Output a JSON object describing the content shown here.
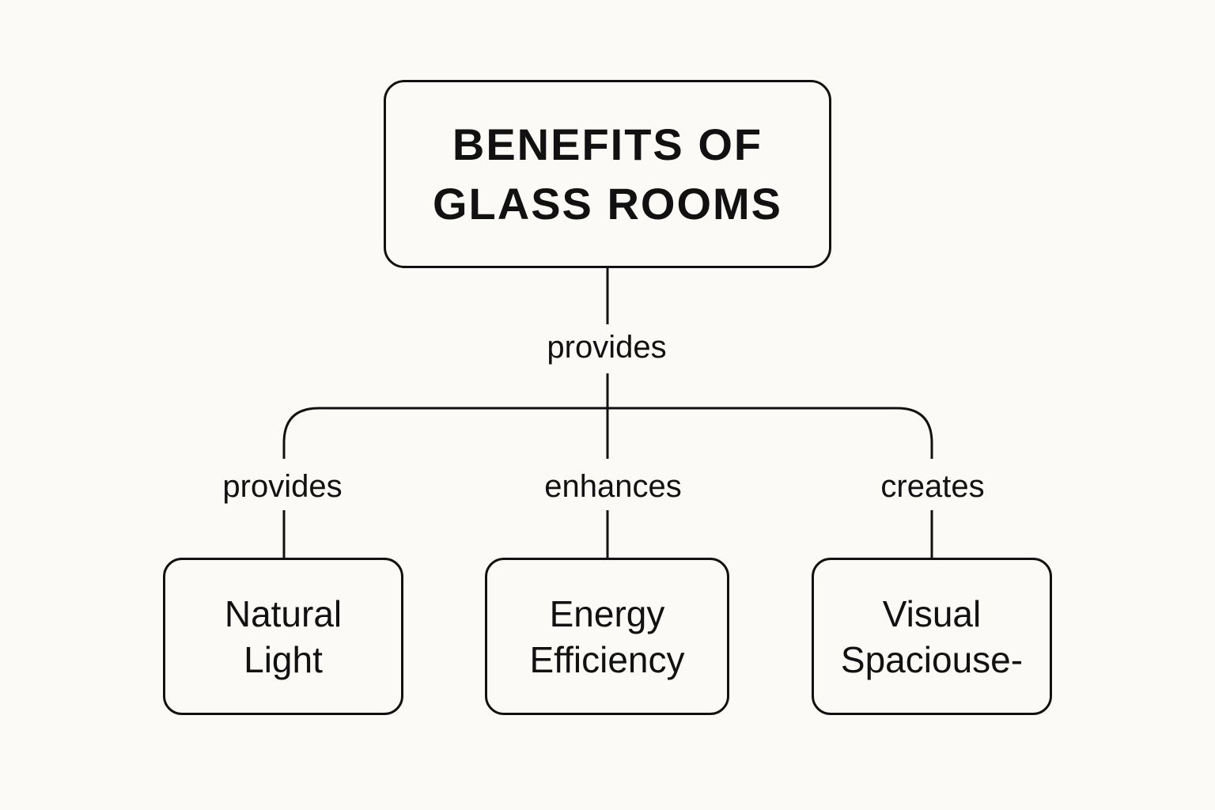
{
  "diagram": {
    "title": "Benefits of Glass Rooms diagram",
    "root": {
      "lines": [
        "BENEFITS OF",
        "GLASS ROOMS"
      ]
    },
    "root_edge_label": "provides",
    "children": [
      {
        "edge_label": "provides",
        "lines": [
          "Natural",
          "Light"
        ]
      },
      {
        "edge_label": "enhances",
        "lines": [
          "Energy",
          "Efficiency"
        ]
      },
      {
        "edge_label": "creates",
        "lines": [
          "Visual",
          "Spaciouse-"
        ]
      }
    ],
    "colors": {
      "background": "#fbfaf7",
      "stroke": "#111111",
      "text": "#111111"
    }
  }
}
